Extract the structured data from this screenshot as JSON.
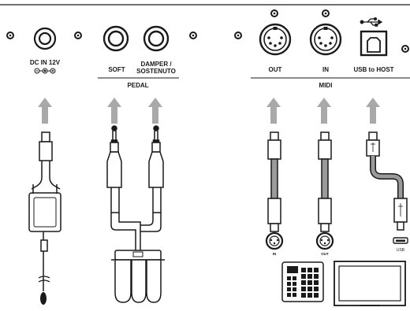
{
  "panel": {
    "dc_in": {
      "label": "DC IN 12V"
    },
    "pedal": {
      "group_label": "PEDAL",
      "soft_label": "SOFT",
      "damper_label_line1": "DAMPER /",
      "damper_label_line2": "SOSTENUTO"
    },
    "midi": {
      "group_label": "MIDI",
      "out_label": "OUT",
      "in_label": "IN",
      "usb_label": "USB to HOST"
    }
  },
  "cables": {
    "midi_plug_in_label": "IN",
    "midi_plug_out_label": "OUT",
    "usb_plug_label": "USB"
  },
  "colors": {
    "arrow": "#a9a9a9",
    "line": "#1a1a1a",
    "cable_gray": "#9a9a9a",
    "socket_fill": "#ffffff"
  }
}
